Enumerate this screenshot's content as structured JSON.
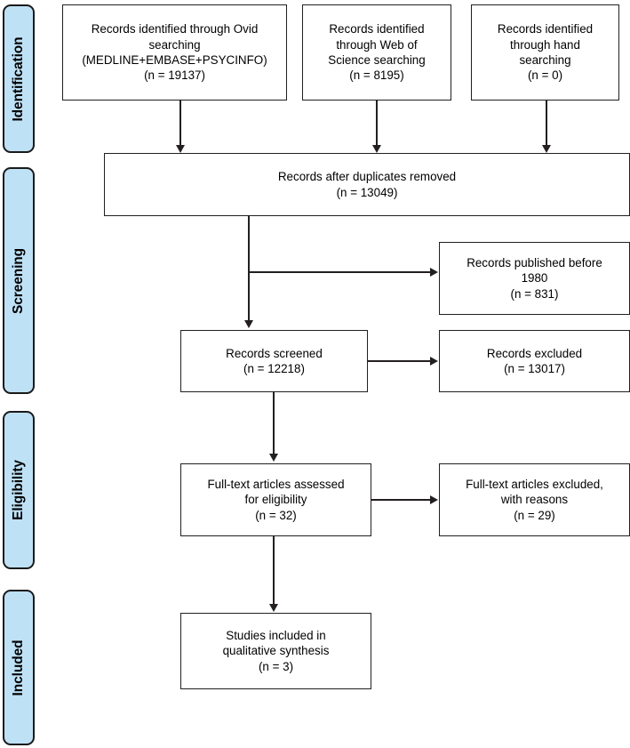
{
  "diagram": {
    "type": "prisma-flow-diagram",
    "stages": [
      {
        "id": "identification",
        "label": "Identification"
      },
      {
        "id": "screening",
        "label": "Screening"
      },
      {
        "id": "eligibility",
        "label": "Eligibility"
      },
      {
        "id": "included",
        "label": "Included"
      }
    ],
    "nodes": [
      {
        "id": "ovid",
        "text": "Records identified through Ovid searching\n(MEDLINE+EMBASE+PSYCINFO)\n(n = 19137)",
        "count": 19137
      },
      {
        "id": "web-of-science",
        "text": "Records identified\nthrough Web of\nScience searching\n(n = 8195)",
        "count": 8195
      },
      {
        "id": "hand-searching",
        "text": "Records identified\nthrough hand\nsearching\n(n = 0)",
        "count": 0
      },
      {
        "id": "duplicates-removed",
        "text": "Records after duplicates removed\n(n = 13049)",
        "count": 13049
      },
      {
        "id": "published-before-1980",
        "text": "Records published before\n1980\n(n = 831)",
        "count": 831
      },
      {
        "id": "records-screened",
        "text": "Records screened\n(n = 12218)",
        "count": 12218
      },
      {
        "id": "records-excluded",
        "text": "Records excluded\n(n = 13017)",
        "count": 13017
      },
      {
        "id": "fulltext-assessed",
        "text": "Full-text articles assessed\nfor eligibility\n(n = 32)",
        "count": 32
      },
      {
        "id": "fulltext-excluded",
        "text": "Full-text articles excluded,\nwith reasons\n(n = 29)",
        "count": 29
      },
      {
        "id": "studies-included",
        "text": "Studies included in\nqualitative synthesis\n(n = 3)",
        "count": 3
      }
    ],
    "colors": {
      "stage_fill": "#bfe1f6",
      "stage_border": "#1a1a1a",
      "node_border": "#231f20",
      "node_fill": "#ffffff",
      "connector": "#231f20",
      "text": "#000000"
    }
  }
}
